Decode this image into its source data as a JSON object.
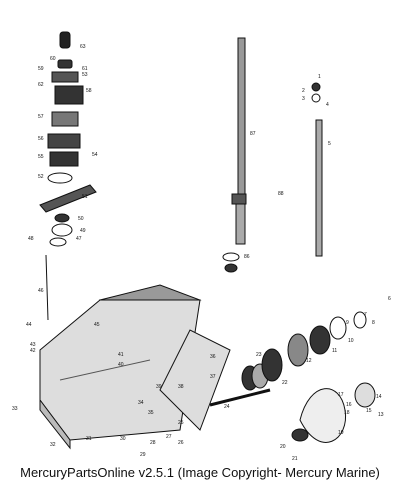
{
  "caption": "MercuryPartsOnline v2.5.1 (Image Copyright- Mercury Marine)",
  "callouts": [
    "63",
    "60",
    "61",
    "59",
    "53",
    "62",
    "58",
    "57",
    "56",
    "54",
    "55",
    "52",
    "51",
    "50",
    "49",
    "48",
    "47",
    "46",
    "5",
    "4",
    "3",
    "2",
    "1",
    "87",
    "88",
    "86",
    "44",
    "45",
    "43",
    "42",
    "41",
    "40",
    "36",
    "37",
    "39",
    "38",
    "34",
    "35",
    "31",
    "32",
    "33",
    "30",
    "29",
    "28",
    "27",
    "26",
    "25",
    "24",
    "23",
    "22",
    "21",
    "20",
    "19",
    "18",
    "17",
    "16",
    "15",
    "14",
    "13",
    "12",
    "11",
    "10",
    "9",
    "8",
    "7",
    "6"
  ]
}
